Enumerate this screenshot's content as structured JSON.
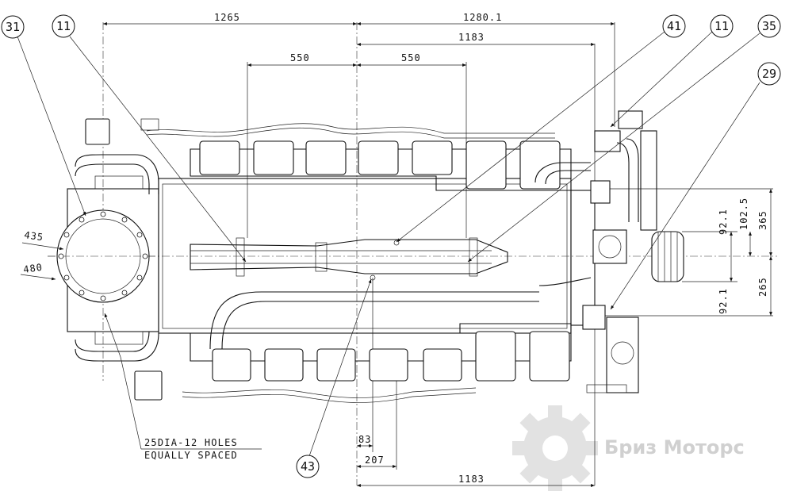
{
  "dimensions": {
    "top_left": "1265",
    "top_right": "1280.1",
    "upper_right": "1183",
    "left_550": "550",
    "right_550": "550",
    "dia_435": "435",
    "dia_480": "480",
    "v_92_1_top": "92.1",
    "v_92_1_bottom": "92.1",
    "v_102_5": "102.5",
    "v_365": "365",
    "v_265": "265",
    "b_83": "83",
    "b_207": "207",
    "b_1183": "1183"
  },
  "balloons": {
    "b31": "31",
    "b11_left": "11",
    "b41": "41",
    "b11_right": "11",
    "b35": "35",
    "b29": "29",
    "b43": "43"
  },
  "notes": {
    "holes_line1": "25DIA-12 HOLES",
    "holes_line2": "EQUALLY SPACED"
  },
  "watermark": {
    "brand": "Бриз Моторс",
    "color": "#d0d0d0"
  }
}
